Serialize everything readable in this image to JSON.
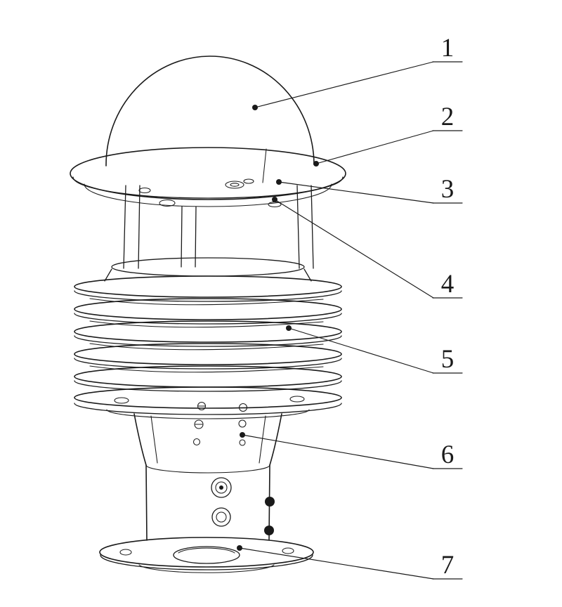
{
  "figure": {
    "type": "technical-diagram",
    "background": "#ffffff",
    "line_color": "#1a1a1a",
    "callouts": [
      {
        "text": "1"
      },
      {
        "text": "2"
      },
      {
        "text": "3"
      },
      {
        "text": "4"
      },
      {
        "text": "5"
      },
      {
        "text": "6"
      },
      {
        "text": "7"
      }
    ]
  }
}
